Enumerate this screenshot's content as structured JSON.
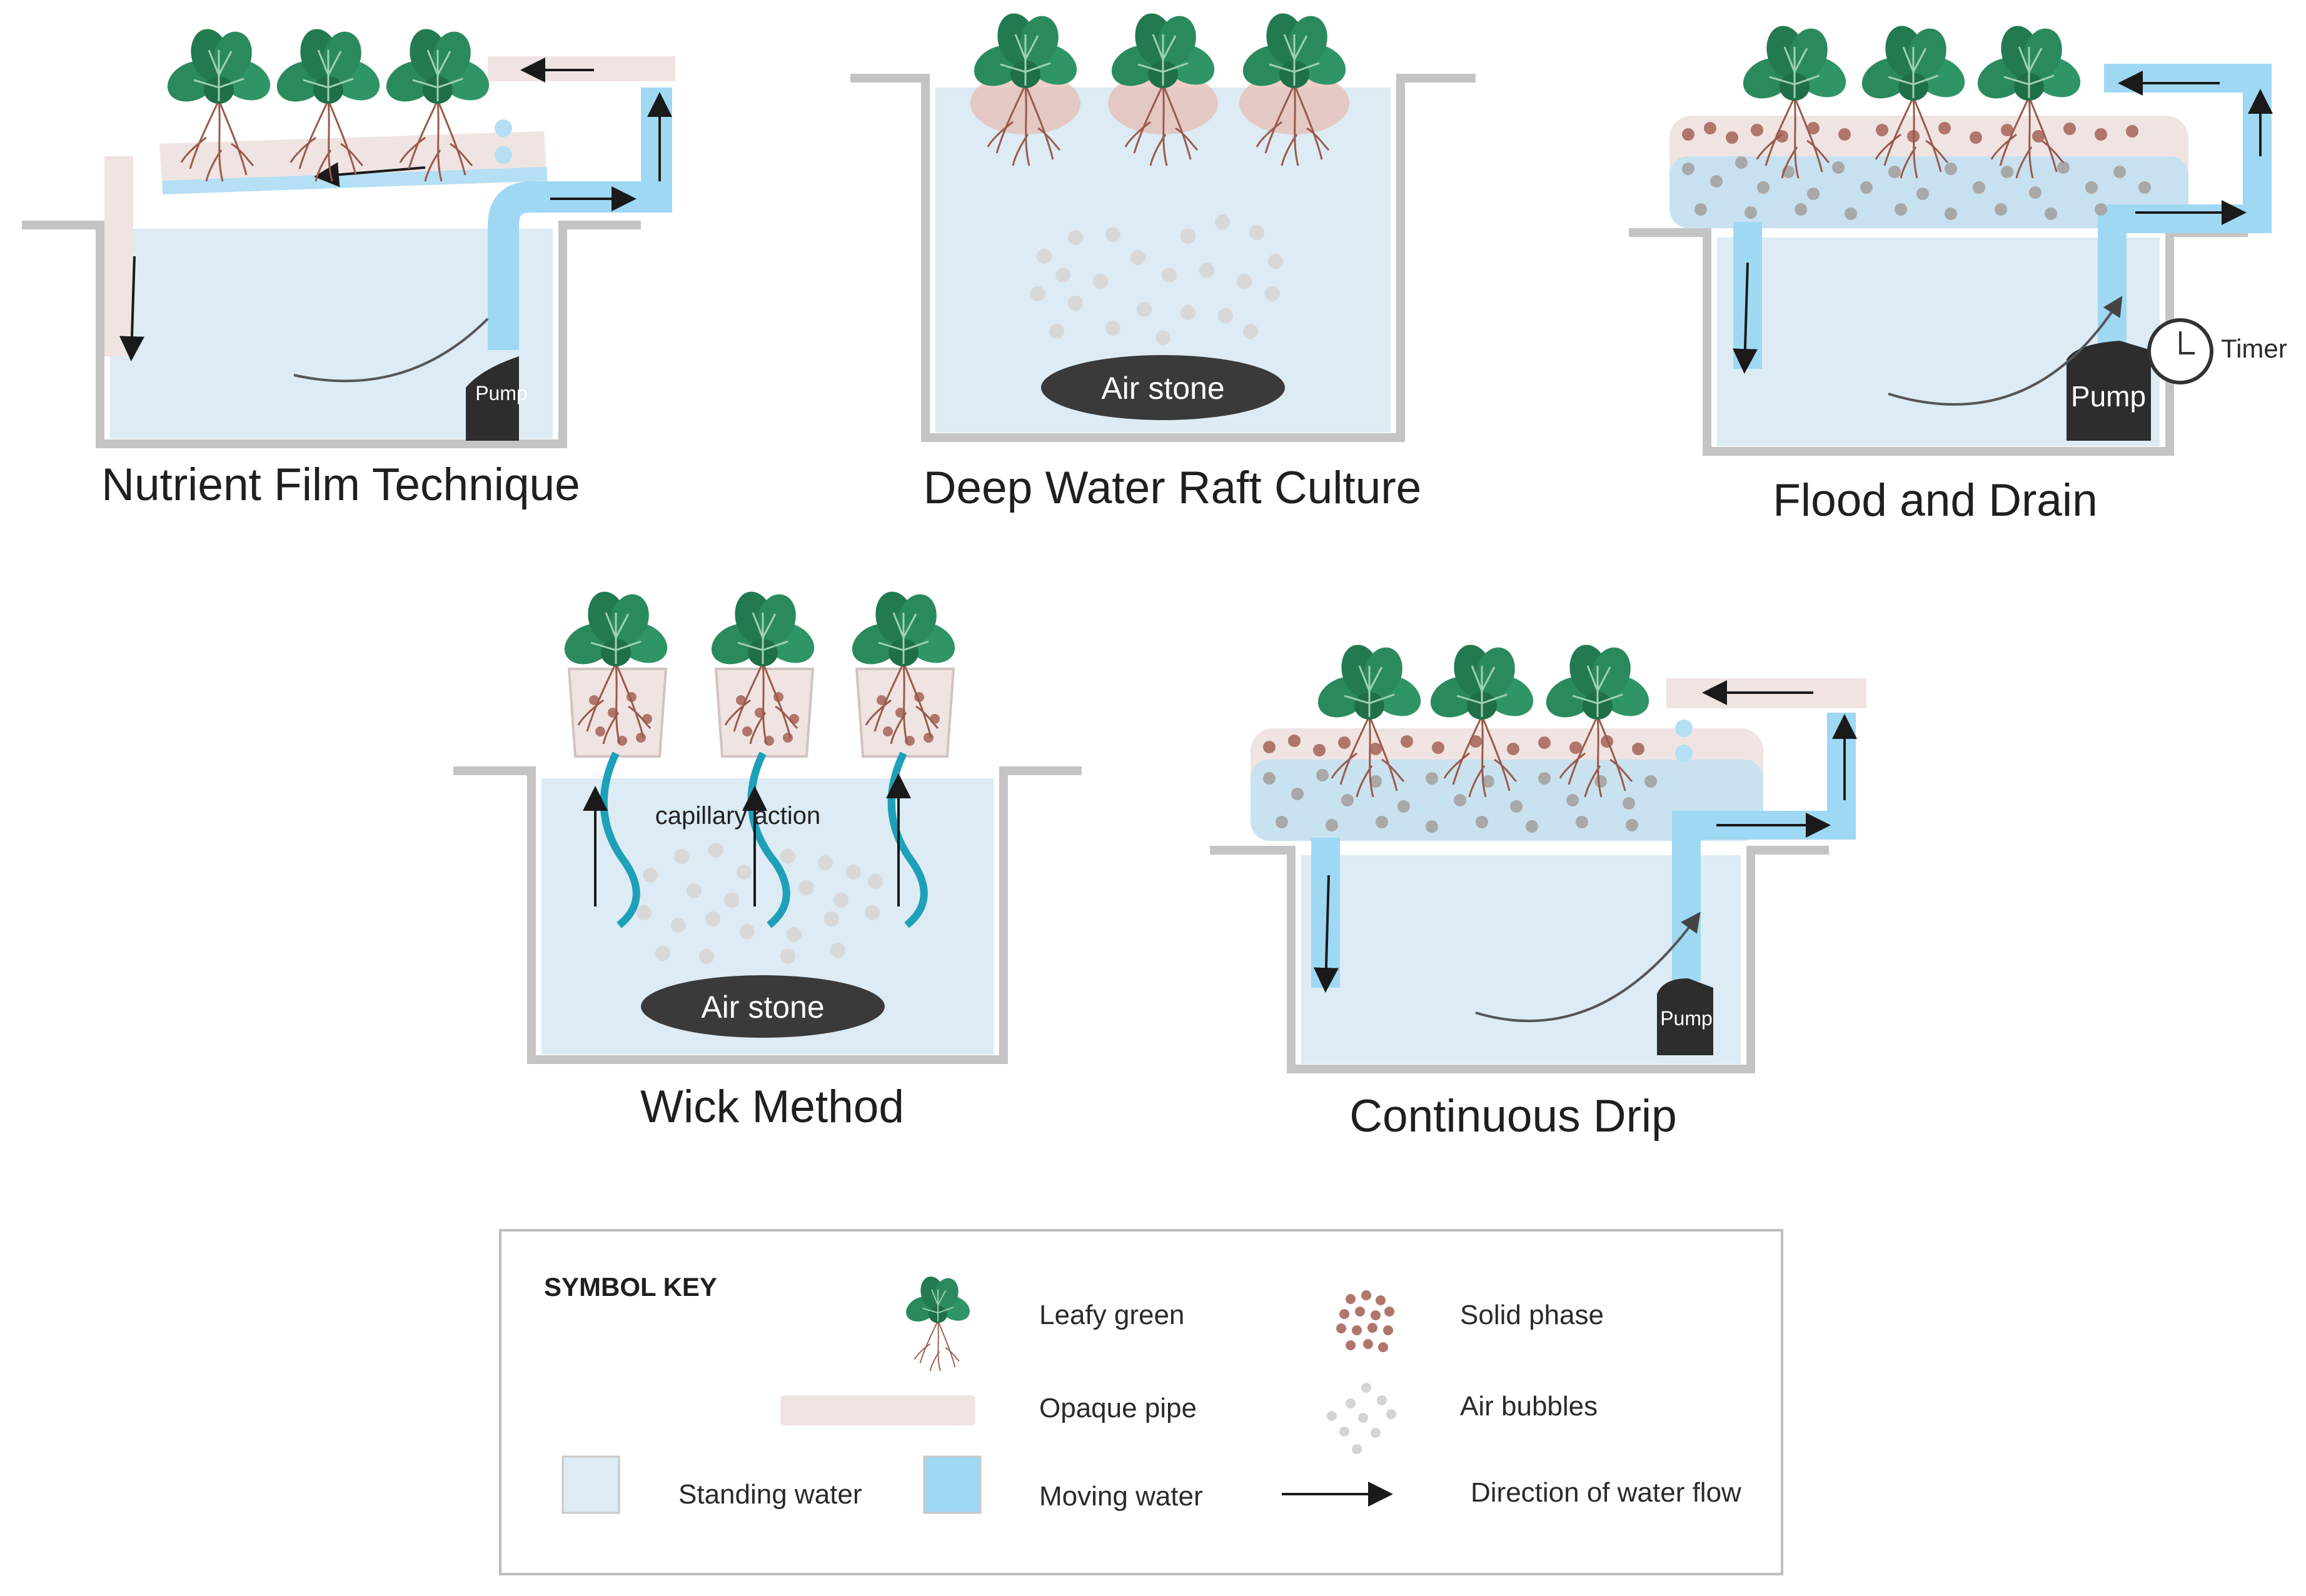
{
  "panels": {
    "nft": {
      "title": "Nutrient Film Technique",
      "pump_label": "Pump"
    },
    "dwc": {
      "title": "Deep Water Raft Culture",
      "airstone_label": "Air stone"
    },
    "flood": {
      "title": "Flood and Drain",
      "pump_label": "Pump",
      "timer_label": "Timer"
    },
    "wick": {
      "title": "Wick Method",
      "airstone_label": "Air stone",
      "capillary_label": "capillary action"
    },
    "drip": {
      "title": "Continuous Drip",
      "pump_label": "Pump"
    }
  },
  "symbol_key": {
    "heading": "SYMBOL KEY",
    "items": {
      "leafy_green": "Leafy green",
      "opaque_pipe": "Opaque pipe",
      "standing_water": "Standing water",
      "moving_water": "Moving water",
      "solid_phase": "Solid phase",
      "air_bubbles": "Air bubbles",
      "direction": "Direction of water flow"
    }
  },
  "colors": {
    "standing_water": "#dcebf4",
    "moving_water": "#9fd8f3",
    "opaque_pipe": "#efe4e2",
    "tank_wall": "#c4c4c4",
    "pump": "#2d2d2d",
    "leaf": "#2a8a5c",
    "solid_phase": "#b0766b",
    "air_bubble": "#d8d8d8",
    "wick": "#1ea0b8"
  }
}
